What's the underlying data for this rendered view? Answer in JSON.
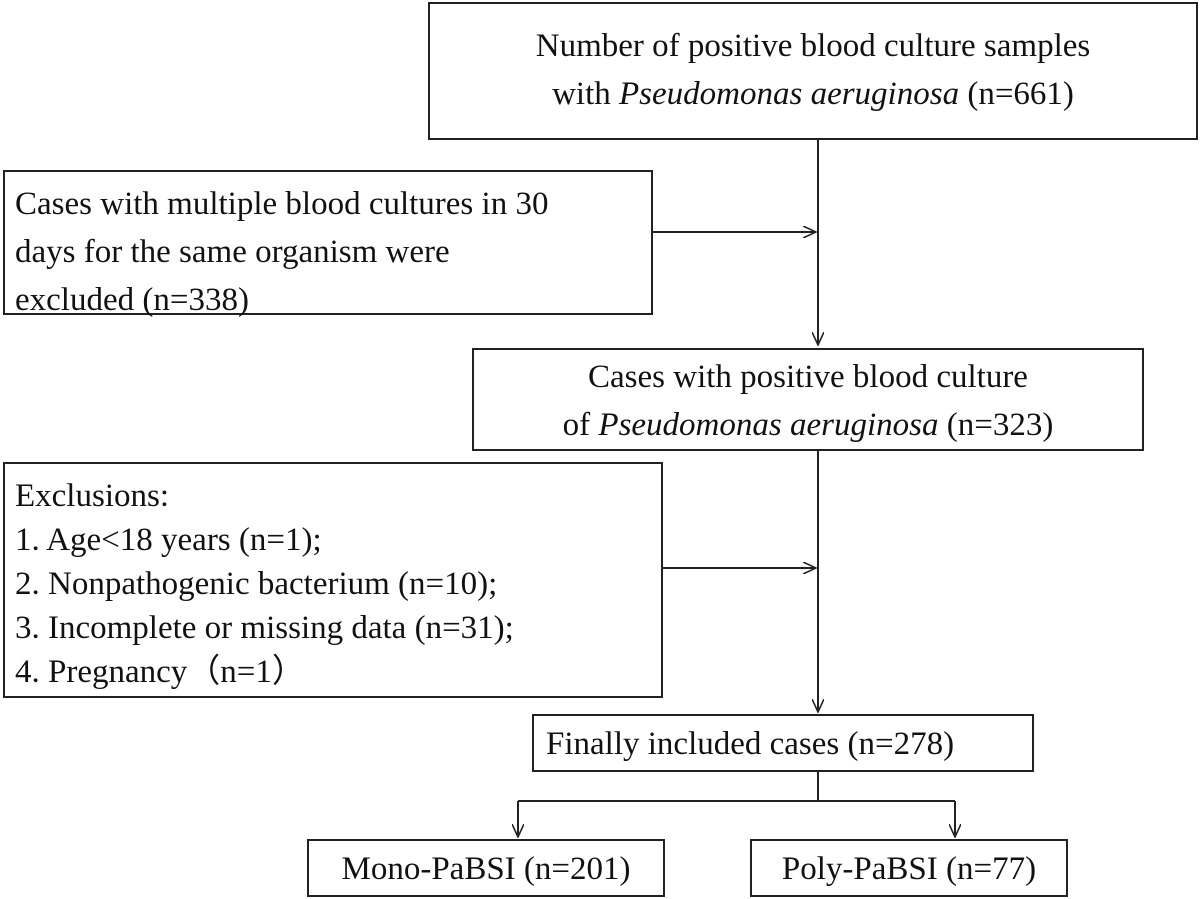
{
  "boxes": {
    "total": {
      "line1": "Number of positive blood culture samples",
      "line2_prefix": "with ",
      "line2_italic": "Pseudomonas aeruginosa",
      "line2_suffix": " (n=661)"
    },
    "excluded_multiple": {
      "line1": "Cases with multiple blood cultures in 30",
      "line2": "days for the same organism were",
      "line3": "excluded (n=338)"
    },
    "positive_cases": {
      "line1": "Cases with positive blood culture",
      "line2_prefix": "of ",
      "line2_italic": "Pseudomonas aeruginosa",
      "line2_suffix": " (n=323)"
    },
    "exclusions": {
      "title": "Exclusions:",
      "items": [
        "1. Age<18 years (n=1);",
        "2. Nonpathogenic bacterium (n=10);",
        "3. Incomplete or missing data (n=31);",
        "4. Pregnancy（n=1）"
      ]
    },
    "final": {
      "text": "Finally included cases (n=278)"
    },
    "mono": {
      "text": "Mono-PaBSI (n=201)"
    },
    "poly": {
      "text": "Poly-PaBSI (n=77)"
    }
  }
}
